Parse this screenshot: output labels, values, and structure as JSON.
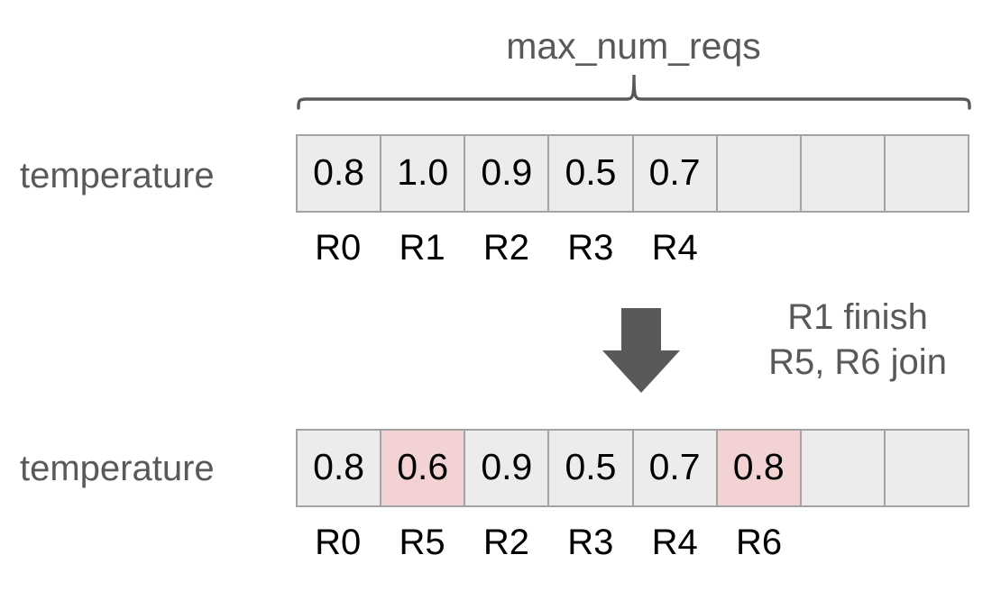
{
  "diagram": {
    "title": "max_num_reqs",
    "colors": {
      "text_gray": "#595959",
      "text_black": "#000000",
      "cell_fill": "#ececec",
      "cell_highlight": "#f2d2d2",
      "cell_border": "#a3a3a3",
      "arrow_fill": "#595959",
      "background": "#ffffff"
    },
    "bracket": {
      "label": "max_num_reqs",
      "icon": "curly-brace-top-icon",
      "spans_columns": 8
    },
    "rows": [
      {
        "id": "before",
        "label": "temperature",
        "capacity": 8,
        "cells": [
          {
            "value": "0.8",
            "request_id": "R0",
            "highlighted": false,
            "occupied": true
          },
          {
            "value": "1.0",
            "request_id": "R1",
            "highlighted": false,
            "occupied": true
          },
          {
            "value": "0.9",
            "request_id": "R2",
            "highlighted": false,
            "occupied": true
          },
          {
            "value": "0.5",
            "request_id": "R3",
            "highlighted": false,
            "occupied": true
          },
          {
            "value": "0.7",
            "request_id": "R4",
            "highlighted": false,
            "occupied": true
          },
          {
            "value": "",
            "request_id": "",
            "highlighted": false,
            "occupied": false
          },
          {
            "value": "",
            "request_id": "",
            "highlighted": false,
            "occupied": false
          },
          {
            "value": "",
            "request_id": "",
            "highlighted": false,
            "occupied": false
          }
        ]
      },
      {
        "id": "after",
        "label": "temperature",
        "capacity": 8,
        "cells": [
          {
            "value": "0.8",
            "request_id": "R0",
            "highlighted": false,
            "occupied": true
          },
          {
            "value": "0.6",
            "request_id": "R5",
            "highlighted": true,
            "occupied": true
          },
          {
            "value": "0.9",
            "request_id": "R2",
            "highlighted": false,
            "occupied": true
          },
          {
            "value": "0.5",
            "request_id": "R3",
            "highlighted": false,
            "occupied": true
          },
          {
            "value": "0.7",
            "request_id": "R4",
            "highlighted": false,
            "occupied": true
          },
          {
            "value": "0.8",
            "request_id": "R6",
            "highlighted": true,
            "occupied": true
          },
          {
            "value": "",
            "request_id": "",
            "highlighted": false,
            "occupied": false
          },
          {
            "value": "",
            "request_id": "",
            "highlighted": false,
            "occupied": false
          }
        ]
      }
    ],
    "transition": {
      "icon": "down-arrow-icon",
      "lines": [
        "R1 finish",
        "R5, R6 join"
      ]
    }
  }
}
